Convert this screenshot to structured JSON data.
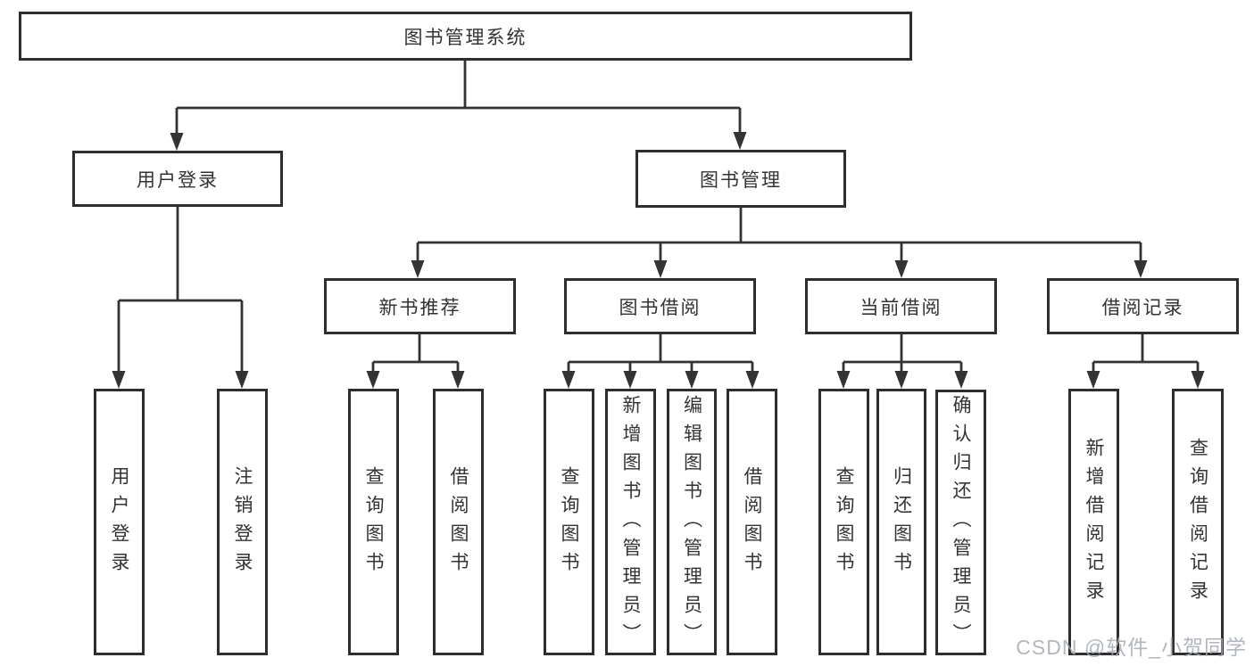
{
  "diagram": {
    "watermark": "CSDN @软件_小贺同学",
    "colors": {
      "line": "#333333",
      "box_border": "#2e2e2e",
      "text": "#333333",
      "watermark": "#a5aab1",
      "background": "#ffffff"
    },
    "nodes": {
      "root": {
        "label": "图书管理系统"
      },
      "user_login": {
        "label": "用户登录"
      },
      "book_mgmt": {
        "label": "图书管理"
      },
      "new_book_rec": {
        "label": "新书推荐"
      },
      "book_borrow": {
        "label": "图书借阅"
      },
      "current_borrow": {
        "label": "当前借阅"
      },
      "borrow_record": {
        "label": "借阅记录"
      },
      "leaf_user_login": {
        "label": "用户登录"
      },
      "leaf_logout": {
        "label": "注销登录"
      },
      "leaf_query_book_1": {
        "label": "查询图书"
      },
      "leaf_borrow_book_1": {
        "label": "借阅图书"
      },
      "leaf_query_book_2": {
        "label": "查询图书"
      },
      "leaf_add_book": {
        "label": "新增图书（管理员）"
      },
      "leaf_edit_book": {
        "label": "编辑图书（管理员）"
      },
      "leaf_borrow_book_2": {
        "label": "借阅图书"
      },
      "leaf_query_book_3": {
        "label": "查询图书"
      },
      "leaf_return_book": {
        "label": "归还图书"
      },
      "leaf_confirm_return": {
        "label": "确认归还（管理员）"
      },
      "leaf_add_record": {
        "label": "新增借阅记录"
      },
      "leaf_query_record": {
        "label": "查询借阅记录"
      }
    },
    "tree": [
      {
        "parent": "图书管理系统",
        "children": [
          "用户登录",
          "图书管理"
        ]
      },
      {
        "parent": "用户登录",
        "children": [
          "用户登录",
          "注销登录"
        ]
      },
      {
        "parent": "图书管理",
        "children": [
          "新书推荐",
          "图书借阅",
          "当前借阅",
          "借阅记录"
        ]
      },
      {
        "parent": "新书推荐",
        "children": [
          "查询图书",
          "借阅图书"
        ]
      },
      {
        "parent": "图书借阅",
        "children": [
          "查询图书",
          "新增图书（管理员）",
          "编辑图书（管理员）",
          "借阅图书"
        ]
      },
      {
        "parent": "当前借阅",
        "children": [
          "查询图书",
          "归还图书",
          "确认归还（管理员）"
        ]
      },
      {
        "parent": "借阅记录",
        "children": [
          "新增借阅记录",
          "查询借阅记录"
        ]
      }
    ]
  }
}
